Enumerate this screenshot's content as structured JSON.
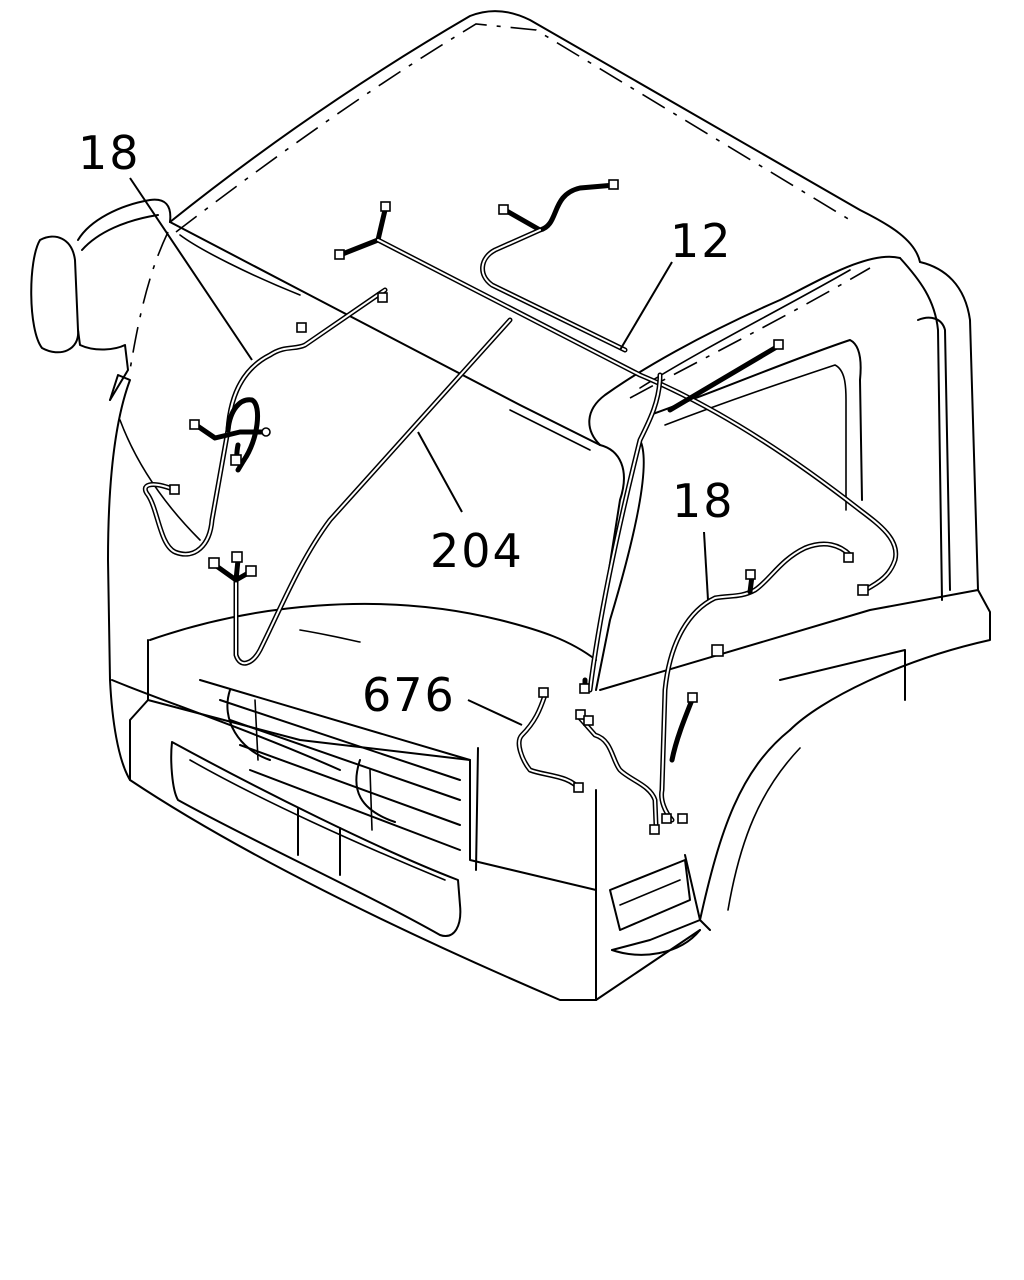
{
  "diagram": {
    "callouts": {
      "harness_left": "18",
      "harness_roof": "12",
      "harness_main": "204",
      "harness_right": "18",
      "harness_front": "676"
    },
    "colors": {
      "line": "#000000",
      "background": "#ffffff"
    }
  }
}
